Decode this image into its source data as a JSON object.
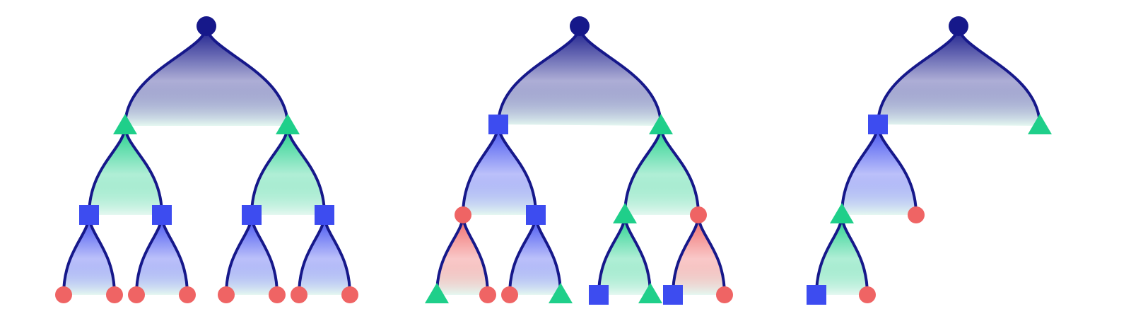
{
  "colors": {
    "background": "#ffffff",
    "edge": "#16188a",
    "root": "#16188a",
    "circle": "#ef6464",
    "square": "#3d4cf0",
    "triangle": "#1fcf8a",
    "fade": "#e2f7ef"
  },
  "trees": [
    {
      "name": "tree-1",
      "root": "r",
      "nodes": {
        "r": {
          "shape": "root"
        },
        "a": {
          "shape": "triangle",
          "children": [
            "a1",
            "a2"
          ]
        },
        "b": {
          "shape": "triangle",
          "children": [
            "b1",
            "b2"
          ]
        },
        "a1": {
          "shape": "square",
          "children": [
            "a1a",
            "a1b"
          ]
        },
        "a2": {
          "shape": "square",
          "children": [
            "a2a",
            "a2b"
          ]
        },
        "b1": {
          "shape": "square",
          "children": [
            "b1a",
            "b1b"
          ]
        },
        "b2": {
          "shape": "square",
          "children": [
            "b2a",
            "b2b"
          ]
        },
        "a1a": {
          "shape": "circle"
        },
        "a1b": {
          "shape": "circle"
        },
        "a2a": {
          "shape": "circle"
        },
        "a2b": {
          "shape": "circle"
        },
        "b1a": {
          "shape": "circle"
        },
        "b1b": {
          "shape": "circle"
        },
        "b2a": {
          "shape": "circle"
        },
        "b2b": {
          "shape": "circle"
        }
      },
      "rootChildren": [
        "a",
        "b"
      ]
    },
    {
      "name": "tree-2",
      "root": "r",
      "nodes": {
        "r": {
          "shape": "root"
        },
        "a": {
          "shape": "square",
          "children": [
            "a1",
            "a2"
          ]
        },
        "b": {
          "shape": "triangle",
          "children": [
            "b1",
            "b2"
          ]
        },
        "a1": {
          "shape": "circle",
          "children": [
            "a1a",
            "a1b"
          ]
        },
        "a2": {
          "shape": "square",
          "children": [
            "a2a",
            "a2b"
          ]
        },
        "b1": {
          "shape": "triangle",
          "children": [
            "b1a",
            "b1b"
          ]
        },
        "b2": {
          "shape": "circle",
          "children": [
            "b2a",
            "b2b"
          ]
        },
        "a1a": {
          "shape": "triangle"
        },
        "a1b": {
          "shape": "circle"
        },
        "a2a": {
          "shape": "circle"
        },
        "a2b": {
          "shape": "triangle"
        },
        "b1a": {
          "shape": "square"
        },
        "b1b": {
          "shape": "triangle"
        },
        "b2a": {
          "shape": "square"
        },
        "b2b": {
          "shape": "circle"
        }
      },
      "rootChildren": [
        "a",
        "b"
      ]
    },
    {
      "name": "tree-3",
      "root": "r",
      "nodes": {
        "r": {
          "shape": "root"
        },
        "a": {
          "shape": "square",
          "children": [
            "a1",
            "a2"
          ]
        },
        "b": {
          "shape": "triangle"
        },
        "a1": {
          "shape": "triangle",
          "children": [
            "a1a",
            "a1b"
          ]
        },
        "a2": {
          "shape": "circle"
        },
        "a1a": {
          "shape": "square"
        },
        "a1b": {
          "shape": "circle"
        }
      },
      "rootChildren": [
        "a",
        "b"
      ]
    }
  ]
}
